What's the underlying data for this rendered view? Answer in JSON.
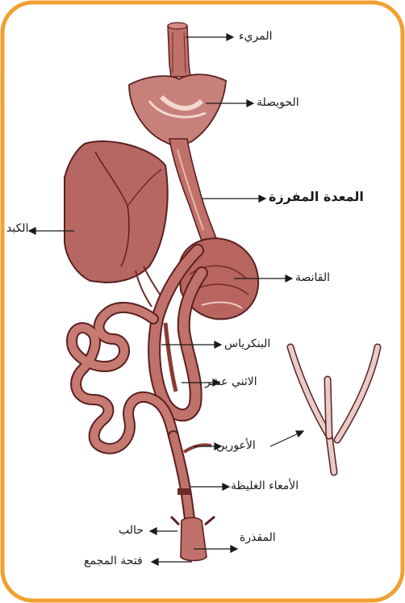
{
  "colors": {
    "frame": "#f0a030",
    "organ_fill": "#b5605a",
    "organ_light": "#d88a80",
    "organ_dark": "#6e2a26",
    "liver_fill": "#b76762",
    "text": "#1a1a1a"
  },
  "labels": {
    "esophagus": "المريء",
    "crop": "الحويصلة",
    "proventriculus": "المعدة المفرزة",
    "liver": "الكبد",
    "gizzard": "القانصة",
    "pancreas": "البنكرياس",
    "duodenum": "الاثني عشر",
    "caeca": "الأعورين",
    "large_intestine": "الأمعاء الغليظة",
    "cloaca": "المقذرة",
    "ureter": "حالب",
    "vent": "فتحة المجمع"
  }
}
